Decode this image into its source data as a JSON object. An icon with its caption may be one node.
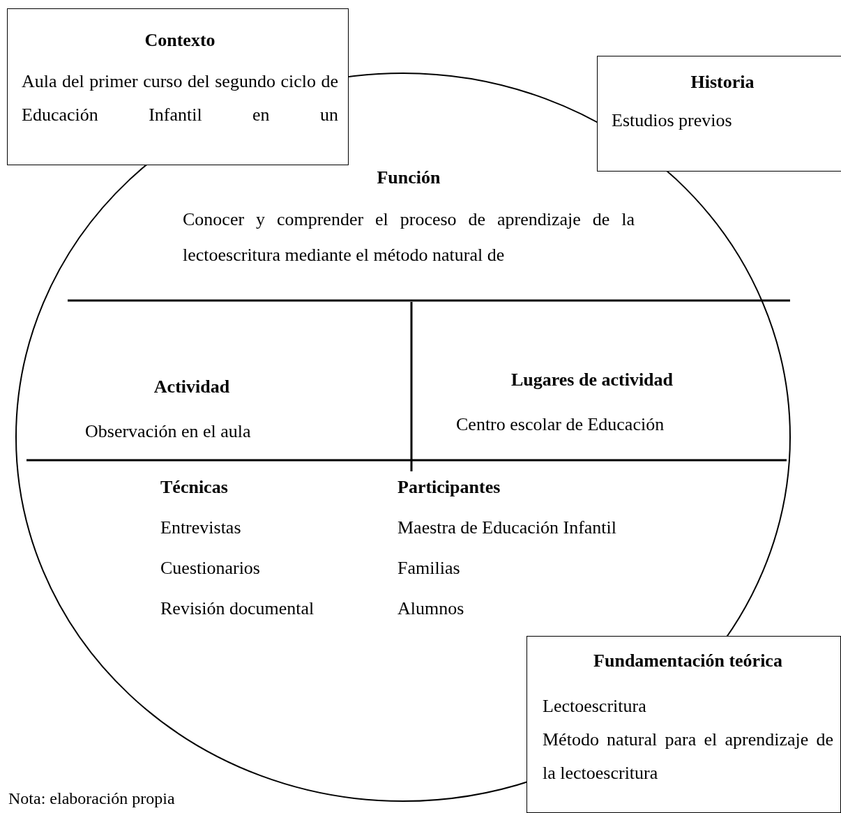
{
  "diagram": {
    "nodes": [
      {
        "text": [],
        "shape": "circle"
      },
      {
        "text": [
          "Contexto",
          "Aula del primer curso del segundo ciclo de Educación Infantil en un"
        ]
      },
      {
        "text": [
          "Historia",
          "Estudios previos"
        ]
      },
      {
        "text": [
          "Función",
          "Conocer y comprender el proceso de aprendizaje de la lectoescritura mediante el método natural de"
        ],
        "in": 0
      },
      {
        "text": [
          "Actividad",
          "Observación en el aula"
        ],
        "in": 0
      },
      {
        "text": [
          "Lugares de actividad",
          "Centro escolar de Educación"
        ],
        "in": 0
      },
      {
        "text": [
          "Técnicas",
          "Entrevistas",
          "Cuestionarios",
          "Revisión documental"
        ],
        "in": 0
      },
      {
        "text": [
          "Participantes",
          "Maestra de Educación Infantil",
          "Familias",
          "Alumnos"
        ],
        "in": 0
      },
      {
        "text": [
          "Fundamentación teórica",
          "Lectoescritura",
          "Método natural para el aprendizaje de la lectoescritura"
        ]
      }
    ],
    "edges": [],
    "labels": [
      "Nota: elaboración propia"
    ]
  }
}
